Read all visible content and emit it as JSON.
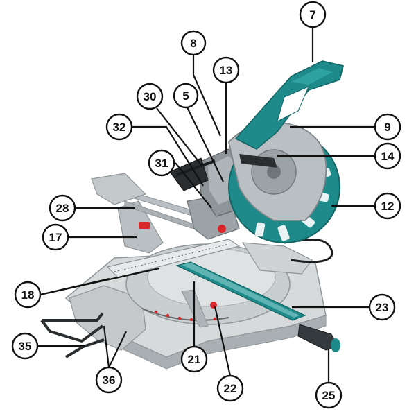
{
  "diagram": {
    "subject": "sliding-compound-miter-saw",
    "colors": {
      "body_teal": "#1f8a8a",
      "body_teal_dark": "#146666",
      "metal_gray": "#b9bfc2",
      "metal_dark": "#8e9598",
      "base_light": "#d7dadb",
      "accent_red": "#d9262a",
      "line": "#111111"
    },
    "callouts": [
      {
        "id": "c7",
        "label": "7"
      },
      {
        "id": "c8",
        "label": "8"
      },
      {
        "id": "c13",
        "label": "13"
      },
      {
        "id": "c30",
        "label": "30"
      },
      {
        "id": "c5",
        "label": "5"
      },
      {
        "id": "c32",
        "label": "32"
      },
      {
        "id": "c9",
        "label": "9"
      },
      {
        "id": "c14",
        "label": "14"
      },
      {
        "id": "c31",
        "label": "31"
      },
      {
        "id": "c28",
        "label": "28"
      },
      {
        "id": "c12",
        "label": "12"
      },
      {
        "id": "c17",
        "label": "17"
      },
      {
        "id": "c18",
        "label": "18"
      },
      {
        "id": "c23",
        "label": "23"
      },
      {
        "id": "c35",
        "label": "35"
      },
      {
        "id": "c21",
        "label": "21"
      },
      {
        "id": "c36",
        "label": "36"
      },
      {
        "id": "c22",
        "label": "22"
      },
      {
        "id": "c25",
        "label": "25"
      }
    ]
  }
}
